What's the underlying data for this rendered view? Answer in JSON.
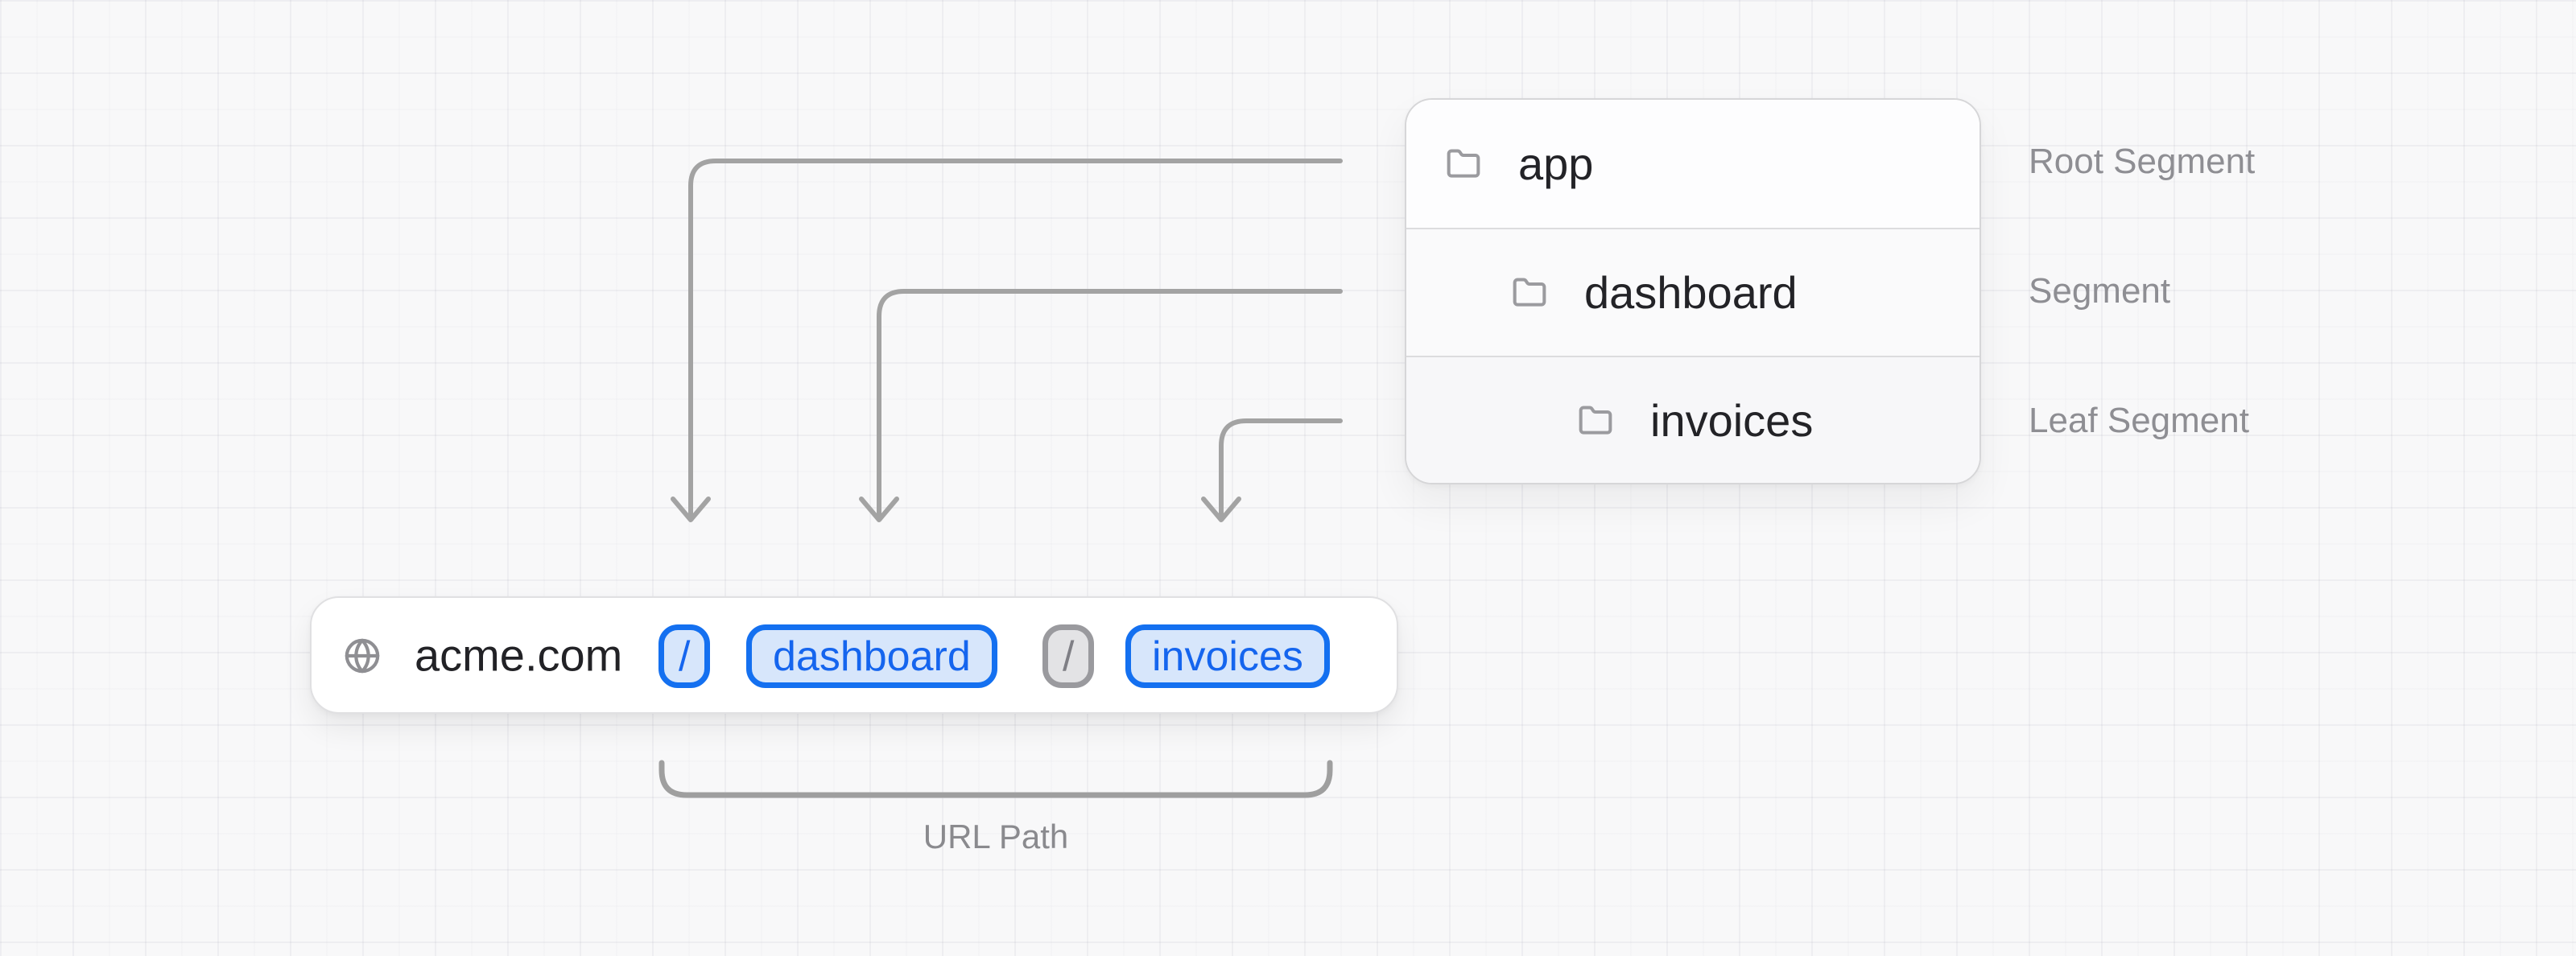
{
  "diagram": {
    "file_tree": {
      "rows": [
        {
          "label": "app",
          "annotation": "Root Segment",
          "depth": 0
        },
        {
          "label": "dashboard",
          "annotation": "Segment",
          "depth": 1
        },
        {
          "label": "invoices",
          "annotation": "Leaf Segment",
          "depth": 2
        }
      ]
    },
    "url_bar": {
      "domain": "acme.com",
      "segments": [
        {
          "text": "/",
          "style": "highlighted"
        },
        {
          "text": "dashboard",
          "style": "highlighted"
        },
        {
          "text": "/",
          "style": "muted"
        },
        {
          "text": "invoices",
          "style": "highlighted"
        }
      ]
    },
    "bracket_label": "URL Path"
  },
  "icons": {
    "tree_row_icon": "folder-icon",
    "url_bar_icon": "globe-icon"
  },
  "colors": {
    "highlight_border": "#1470f0",
    "highlight_fill": "#d7e6fb",
    "highlight_text": "#1565ee",
    "muted_border": "#9a9a9e",
    "muted_fill": "#e3e3e5",
    "muted_text": "#7f7f85",
    "arrow": "#a3a3a3",
    "annotation_text": "#8e8e93"
  }
}
